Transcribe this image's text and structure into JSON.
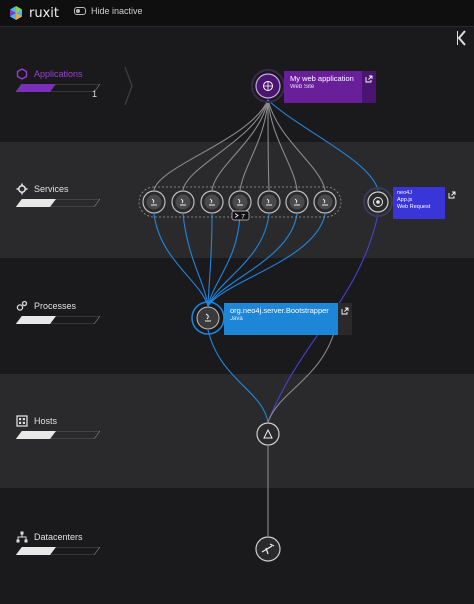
{
  "app": {
    "logo_text": "ruxit",
    "hide_inactive_label": "Hide inactive"
  },
  "tiers": [
    {
      "label": "Applications",
      "count": "1",
      "icon": "applications-icon"
    },
    {
      "label": "Services",
      "icon": "services-icon"
    },
    {
      "label": "Processes",
      "icon": "processes-icon"
    },
    {
      "label": "Hosts",
      "icon": "hosts-icon"
    },
    {
      "label": "Datacenters",
      "icon": "datacenters-icon"
    }
  ],
  "nodes": {
    "application": {
      "title": "My web application",
      "subtitle": "Web Site"
    },
    "neo4j_service": {
      "line1": "neo4J",
      "line2": "App.js",
      "line3": "Web Request"
    },
    "process": {
      "title": "org.neo4j.server.Bootstrapper",
      "subtitle": "Java"
    },
    "service_group_badge": "7"
  },
  "colors": {
    "application_purple": "#6a1f9a",
    "application_purple_dark": "#4a1570",
    "neo4j_blue": "#3a35d8",
    "process_blue": "#1d86d6",
    "link_gray": "#8a8a8a",
    "link_blue": "#1f86e0",
    "link_purple": "#4a3fd0"
  }
}
